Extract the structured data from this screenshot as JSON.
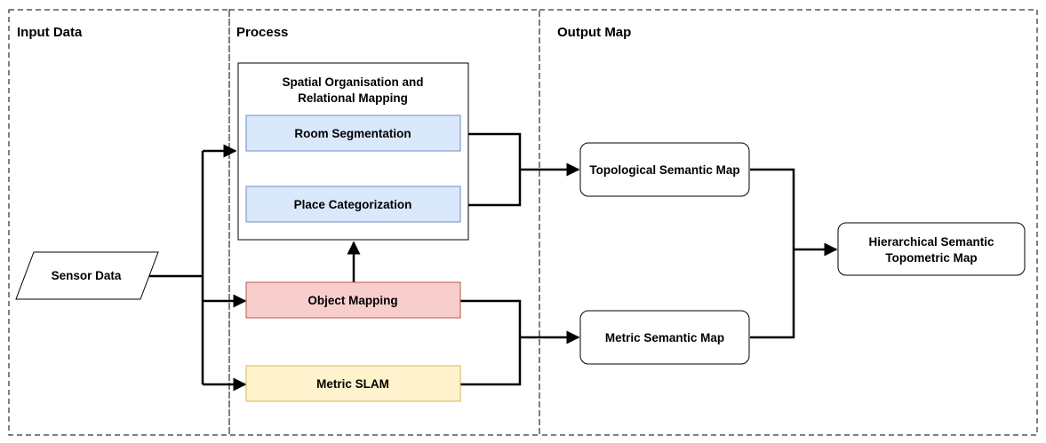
{
  "sections": {
    "input": "Input Data",
    "process": "Process",
    "output": "Output Map"
  },
  "process_box": {
    "title_line1": "Spatial Organisation and",
    "title_line2": "Relational Mapping"
  },
  "nodes": {
    "sensor_data": "Sensor Data",
    "room_segmentation": "Room Segmentation",
    "place_categorization": "Place Categorization",
    "object_mapping": "Object Mapping",
    "metric_slam": "Metric SLAM",
    "topological_map": "Topological Semantic Map",
    "metric_map": "Metric Semantic Map",
    "hierarchical_line1": "Hierarchical Semantic",
    "hierarchical_line2": "Topometric Map"
  },
  "colors": {
    "blue_fill": "#dae8fc",
    "blue_stroke": "#6c8ebf",
    "red_fill": "#f8cecc",
    "red_stroke": "#b85450",
    "yellow_fill": "#fff2cc",
    "yellow_stroke": "#d6b656"
  }
}
